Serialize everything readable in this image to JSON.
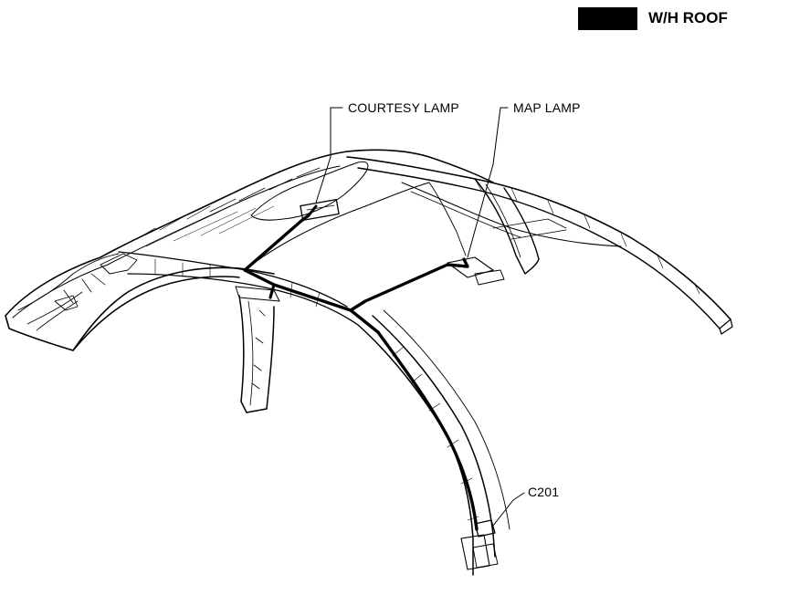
{
  "header": {
    "title": "W/H ROOF",
    "bar_color": "#000000"
  },
  "callouts": {
    "courtesy_lamp": "COURTESY LAMP",
    "map_lamp": "MAP LAMP",
    "connector": "C201"
  },
  "colors": {
    "line": "#000000",
    "background": "#ffffff"
  }
}
